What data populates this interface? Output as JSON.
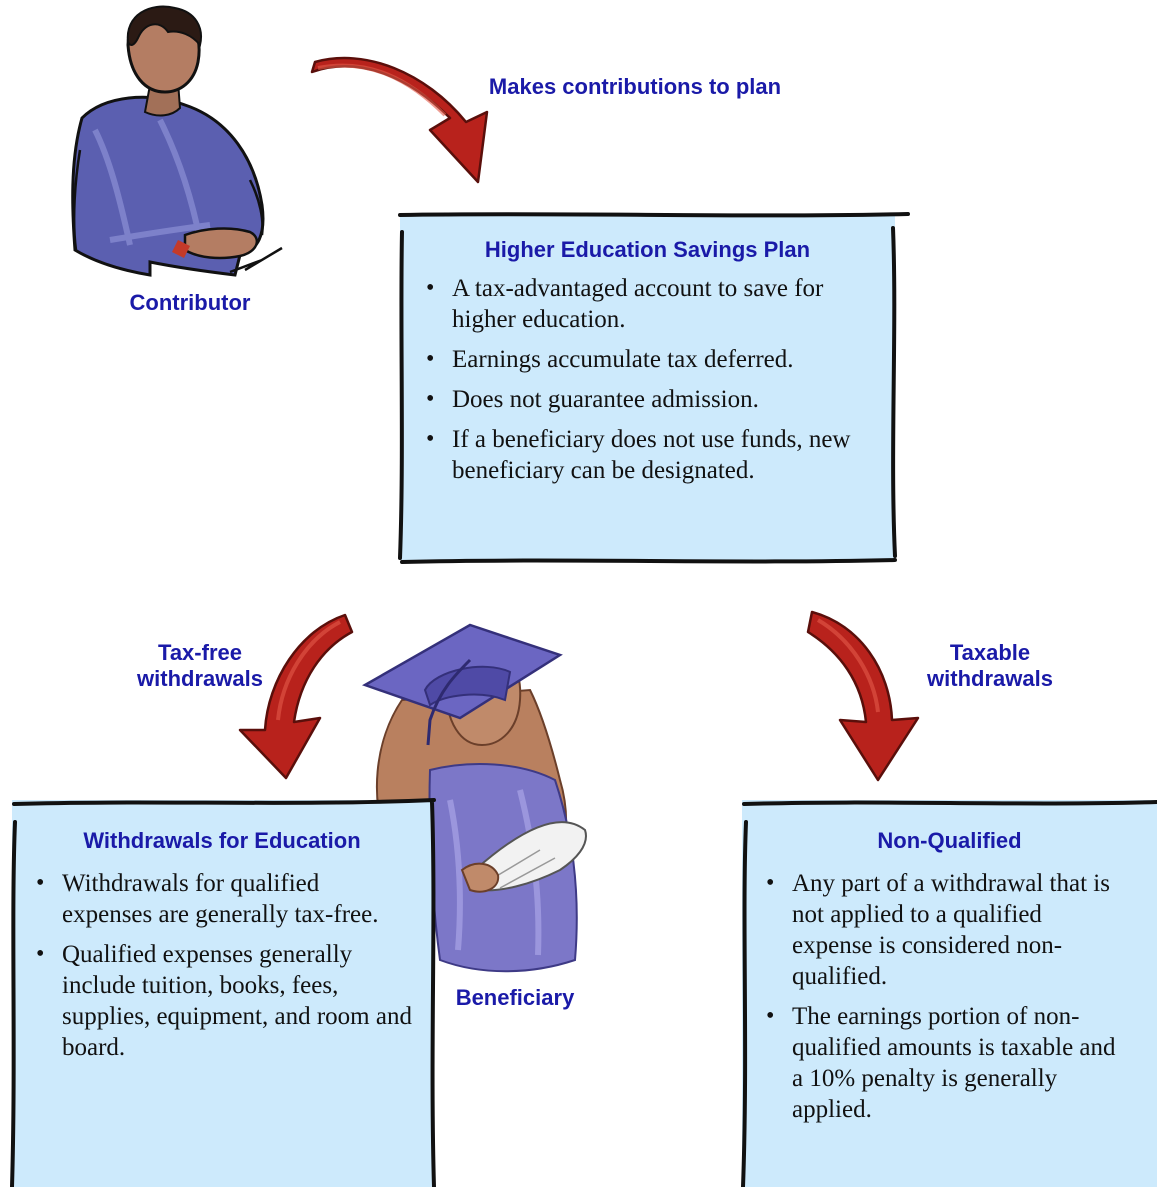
{
  "contributor": {
    "label": "Contributor"
  },
  "beneficiary": {
    "label": "Beneficiary"
  },
  "arrows": {
    "contributions": "Makes contributions to plan",
    "tax_free": [
      "Tax-free",
      "withdrawals"
    ],
    "taxable": [
      "Taxable",
      "withdrawals"
    ]
  },
  "plan_box": {
    "title": "Higher Education Savings Plan",
    "items": [
      "A tax-advantaged account to save for higher education.",
      "Earnings accumulate tax deferred.",
      "Does not guarantee admission.",
      "If a beneficiary does not use funds, new beneficiary can be designated."
    ]
  },
  "education_box": {
    "title": "Withdrawals for Education",
    "items": [
      "Withdrawals for qualified expenses are generally tax-free.",
      "Qualified expenses generally include tuition, books, fees, supplies, equipment, and room and board."
    ]
  },
  "nonqualified_box": {
    "title": "Non-Qualified",
    "items": [
      "Any part of a withdrawal that is not applied to a qualified expense is considered non-qualified.",
      "The earnings portion of non-qualified amounts is taxable and a 10% penalty is generally applied."
    ]
  },
  "colors": {
    "label_blue": "#1a1aa8",
    "box_fill": "#cdeafc",
    "arrow_red": "#b8221c"
  },
  "icons": [
    "contributor-illustration",
    "graduate-illustration",
    "curved-arrow-icon"
  ]
}
